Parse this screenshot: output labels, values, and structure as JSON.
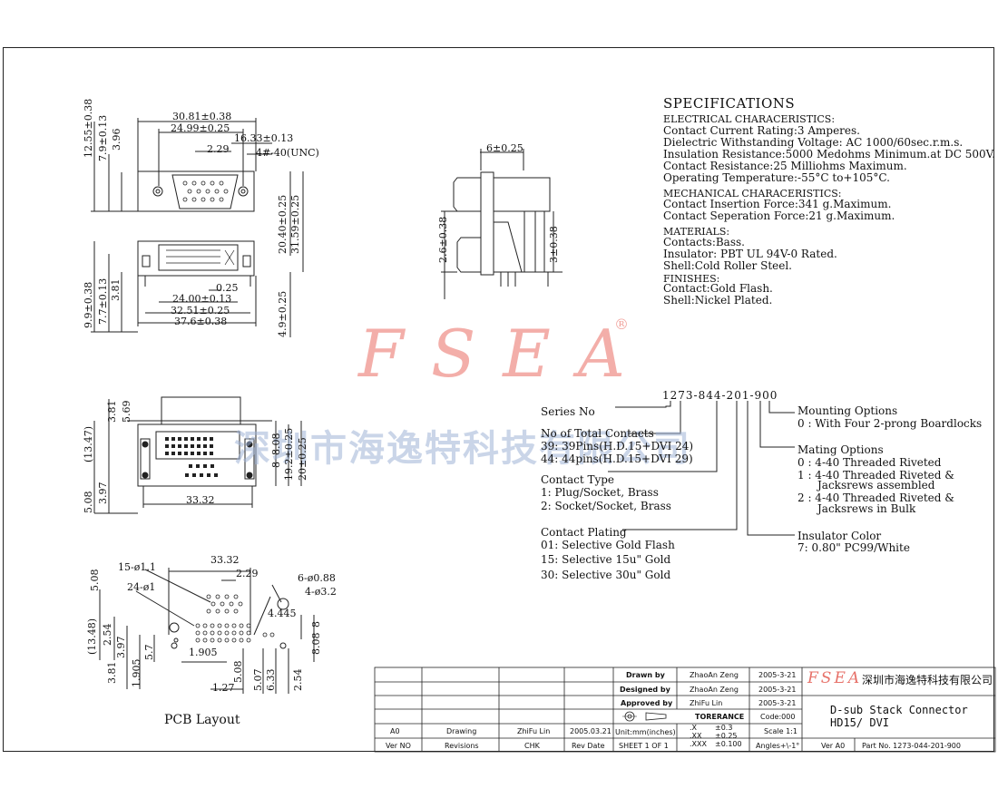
{
  "watermark": {
    "brand": "FSEA",
    "registered": "®",
    "company_cn": "深圳市海逸特科技有限公司"
  },
  "specifications": {
    "title": "SPECIFICATIONS",
    "electrical_heading": "ELECTRICAL CHARACERISTICS:",
    "electrical": [
      "Contact Current Rating:3 Amperes.",
      "Dielectric Withstanding Voltage: AC 1000/60sec.r.m.s.",
      "Insulation Resistance:5000 Medohms Minimum.at DC 500V.",
      "Contact Resistance:25 Milliohms Maximum.",
      "Operating Temperature:-55°C to+105°C."
    ],
    "mechanical_heading": "MECHANICAL CHARACERISTICS:",
    "mechanical": [
      "Contact Insertion Force:341 g.Maximum.",
      "Contact Seperation Force:21 g.Maximum."
    ],
    "materials_heading": "MATERIALS:",
    "materials": [
      "Contacts:Bass.",
      "Insulator: PBT UL 94V-0 Rated.",
      "Shell:Cold Roller Steel."
    ],
    "finishes_heading": "FINISHES:",
    "finishes": [
      "Contact:Gold Flash.",
      "Shell:Nickel Plated."
    ]
  },
  "part_number": {
    "code": "1273-844-201-900",
    "series_label": "Series No",
    "contacts_heading": "No of Total Contacts",
    "contacts": [
      "39: 39Pins(H.D.15+DVI 24)",
      "44: 44pins(H.D.15+DVI 29)"
    ],
    "contact_type_heading": "Contact Type",
    "contact_type": [
      "1: Plug/Socket, Brass",
      "2: Socket/Socket, Brass"
    ],
    "plating_heading": "Contact Plating",
    "plating": [
      "01: Selective Gold Flash",
      "15: Selective 15u\" Gold",
      "30: Selective 30u\" Gold"
    ],
    "mounting_heading": "Mounting Options",
    "mounting": [
      "0 : With Four 2-prong Boardlocks"
    ],
    "mating_heading": "Mating Options",
    "mating": [
      "0 : 4-40 Threaded Riveted",
      "1 : 4-40 Threaded Riveted &",
      "Jacksrews assembled",
      "2 : 4-40 Threaded Riveted &",
      "Jacksrews in Bulk"
    ],
    "insulator_heading": "Insulator Color",
    "insulator": [
      "7: 0.80\" PC99/White"
    ]
  },
  "dimensions": {
    "top_view": [
      "30.81±0.38",
      "24.99±0.25",
      "2.29",
      "16.33±0.13",
      "4#-40(UNC)",
      "12.55±0.38",
      "7.9±0.13",
      "3.96"
    ],
    "front_view": [
      "20.40±0.25",
      "31.59±0.25",
      "0.25",
      "24.00±0.13",
      "32.51±0.25",
      "37.6±0.38",
      "9.9±0.38",
      "7.7±0.13",
      "3.81",
      "4.9±0.25"
    ],
    "side_view": [
      "6±0.25",
      "2.6±0.38",
      "3±0.38"
    ],
    "bottom_view": [
      "3.81",
      "5.69",
      "(13.47)",
      "8.08",
      "8",
      "19.2±0.25",
      "20±0.25",
      "5.08",
      "3.97",
      "33.32"
    ],
    "pcb": [
      "33.32",
      "15-ø1.1",
      "2.29",
      "6-ø0.88",
      "24-ø1",
      "4-ø3.2",
      "4.445",
      "8",
      "8.08",
      "5.08",
      "(13.48)",
      "2.54",
      "3.97",
      "3.81",
      "1.905",
      "5.7",
      "1.905",
      "5.08",
      "5.07",
      "6.33",
      "2.54",
      "1.27"
    ],
    "pcb_label": "PCB Layout"
  },
  "title_block": {
    "drawn_label": "Drawn by",
    "drawn_name": "ZhaoAn Zeng",
    "drawn_date": "2005-3-21",
    "designed_label": "Designed by",
    "designed_name": "ZhaoAn Zeng",
    "designed_date": "2005-3-21",
    "approved_label": "Approved by",
    "approved_name": "ZhiFu Lin",
    "approved_date": "2005-3-21",
    "tolerance_label": "TORERANCE",
    "code": "Code:000",
    "tol_x": ".X",
    "tol_x_val": "±0.3",
    "tol_xx": ".XX",
    "tol_xx_val": "±0.25",
    "tol_xxx": ".XXX",
    "tol_xxx_val": "±0.100",
    "scale": "Scale 1:1",
    "angles": "Angles+\\-1°",
    "units": "Unit:mm(inches)",
    "sheet": "SHEET 1 OF 1",
    "rev_row": [
      "A0",
      "Drawing",
      "ZhiFu Lin",
      "2005.03.21"
    ],
    "header_row": [
      "Ver NO",
      "Revisions",
      "CHK",
      "Rev Date"
    ],
    "company_logo": "FSEA",
    "company_cn": "深圳市海逸特科技有限公司",
    "product_title": "D-sub Stack Connector",
    "product_sub": "HD15/ DVI",
    "ver": "Ver A0",
    "part_no": "Part No. 1273-044-201-900"
  }
}
